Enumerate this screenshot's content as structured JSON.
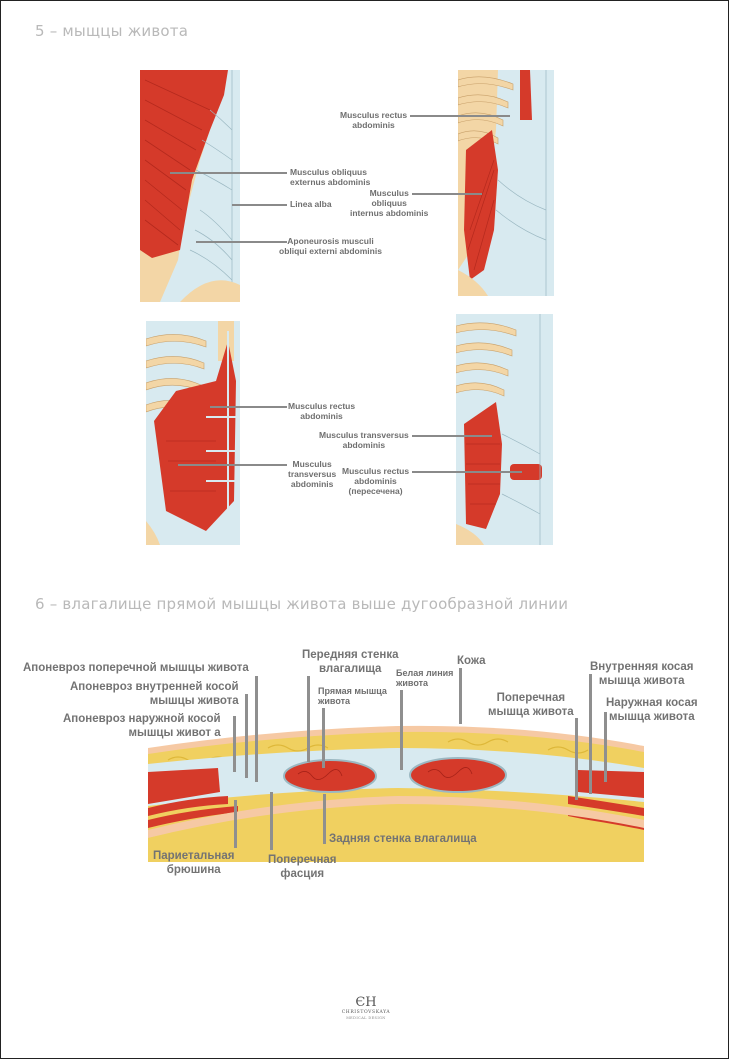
{
  "sections": {
    "s5_title": "5 – мыщцы живота",
    "s6_title": "6 – влагалище прямой мышцы живота выше дугообразной линии"
  },
  "panel_a": {
    "label_obliquus_ext": "Musculus obliquus\nexternus abdominis",
    "label_linea_alba": "Linea alba",
    "label_aponeurosis": "Aponeurosis musculi\nobliqui externi abdominis"
  },
  "panel_b": {
    "label_rectus": "Musculus rectus\nabdominis",
    "label_obliquus_int": "Musculus\nobliquus\ninternus abdominis"
  },
  "panel_c": {
    "label_rectus": "Musculus rectus\nabdominis",
    "label_transversus": "Musculus\ntransversus\nabdominis"
  },
  "panel_d": {
    "label_transversus": "Musculus transversus\nabdominis",
    "label_rectus_cut": "Musculus rectus\nabdominis\n(пересечена)"
  },
  "cross_section": {
    "aponeurosis_transverse": "Апоневроз поперечной мышцы живота",
    "aponeurosis_internal": "Апоневроз внутренней косой\nмышцы живота",
    "aponeurosis_external": "Апоневроз наружной косой\nмышцы живот а",
    "anterior_wall": "Передняя стенка\nвлагалища",
    "rectus_muscle": "Прямая мышца\nживота",
    "linea_alba": "Белая линия\nживота",
    "skin": "Кожа",
    "transverse_muscle": "Поперечная\nмышца живота",
    "internal_oblique": "Внутренняя косая\nмышца живота",
    "external_oblique": "Наружная косая\nмышца живота",
    "parietal_peritoneum": "Париетальная\nбрюшина",
    "transverse_fascia": "Поперечная\nфасция",
    "posterior_wall": "Задняя стенка влагалища"
  },
  "logo": {
    "mark": "ЄH",
    "word": "CHRISTOVSKAYA",
    "sub": "MEDICAL DESIGN"
  },
  "colors": {
    "muscle": "#d53a2a",
    "muscle_dark": "#a72218",
    "aponeurosis": "#d8eaf0",
    "fascia_line": "#9bb8c2",
    "bone": "#f3d6a6",
    "fat": "#f0d060",
    "skin": "#f6c9a4",
    "title": "#b9b9b9"
  }
}
